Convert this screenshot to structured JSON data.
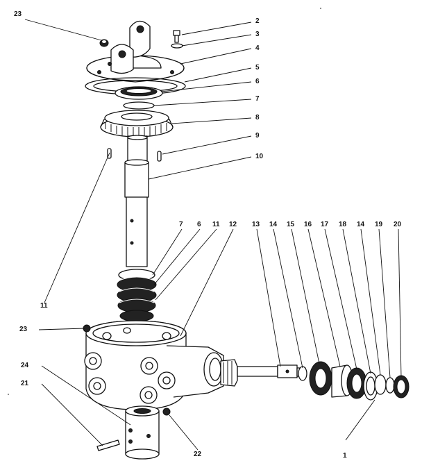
{
  "part_labels": {
    "p2": "2",
    "p3": "3",
    "p4": "4",
    "p5": "5",
    "p6a": "6",
    "p7a": "7",
    "p8": "8",
    "p9": "9",
    "p10": "10",
    "p23a": "23",
    "p7b": "7",
    "p6b": "6",
    "p11a": "11",
    "p12": "12",
    "p13": "13",
    "p14a": "14",
    "p15": "15",
    "p16": "16",
    "p17": "17",
    "p18": "18",
    "p14b": "14",
    "p19": "19",
    "p20": "20",
    "p11b": "11",
    "p23b": "23",
    "p24": "24",
    "p21": "21",
    "p22": "22",
    "p1": "1"
  }
}
